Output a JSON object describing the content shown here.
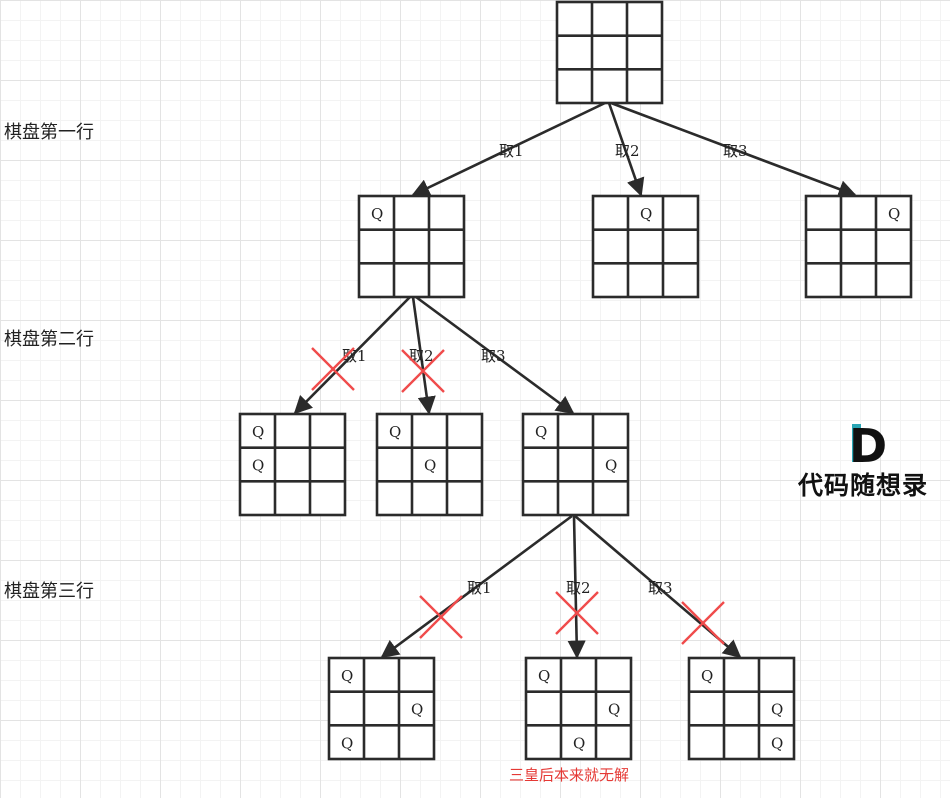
{
  "row_labels": [
    "棋盘第一行",
    "棋盘第二行",
    "棋盘第三行"
  ],
  "edge_prefix": "取",
  "queen_symbol": "Q",
  "note": "三皇后本来就无解",
  "logo": {
    "letter": "D",
    "text": "代码随想录"
  },
  "colors": {
    "line": "#2b2b2b",
    "cross": "#f04b4b",
    "note": "#e53935",
    "logo_accent": "#2aa6b5"
  },
  "tree": {
    "board_size": 3,
    "nodes": [
      {
        "id": "root",
        "queens": []
      },
      {
        "id": "r1c1",
        "queens": [
          [
            0,
            0
          ]
        ]
      },
      {
        "id": "r1c2",
        "queens": [
          [
            0,
            1
          ]
        ]
      },
      {
        "id": "r1c3",
        "queens": [
          [
            0,
            2
          ]
        ]
      },
      {
        "id": "r2c1",
        "queens": [
          [
            0,
            0
          ],
          [
            1,
            0
          ]
        ]
      },
      {
        "id": "r2c2",
        "queens": [
          [
            0,
            0
          ],
          [
            1,
            1
          ]
        ]
      },
      {
        "id": "r2c3",
        "queens": [
          [
            0,
            0
          ],
          [
            1,
            2
          ]
        ]
      },
      {
        "id": "r3c1",
        "queens": [
          [
            0,
            0
          ],
          [
            1,
            2
          ],
          [
            2,
            0
          ]
        ]
      },
      {
        "id": "r3c2",
        "queens": [
          [
            0,
            0
          ],
          [
            1,
            2
          ],
          [
            2,
            1
          ]
        ]
      },
      {
        "id": "r3c3",
        "queens": [
          [
            0,
            0
          ],
          [
            1,
            2
          ],
          [
            2,
            2
          ]
        ]
      }
    ],
    "edges": [
      {
        "from": "root",
        "to": "r1c1",
        "label": "取1",
        "pruned": false
      },
      {
        "from": "root",
        "to": "r1c2",
        "label": "取2",
        "pruned": false
      },
      {
        "from": "root",
        "to": "r1c3",
        "label": "取3",
        "pruned": false
      },
      {
        "from": "r1c1",
        "to": "r2c1",
        "label": "取1",
        "pruned": true
      },
      {
        "from": "r1c1",
        "to": "r2c2",
        "label": "取2",
        "pruned": true
      },
      {
        "from": "r1c1",
        "to": "r2c3",
        "label": "取3",
        "pruned": false
      },
      {
        "from": "r2c3",
        "to": "r3c1",
        "label": "取1",
        "pruned": true
      },
      {
        "from": "r2c3",
        "to": "r3c2",
        "label": "取2",
        "pruned": true
      },
      {
        "from": "r2c3",
        "to": "r3c3",
        "label": "取3",
        "pruned": true
      }
    ]
  }
}
